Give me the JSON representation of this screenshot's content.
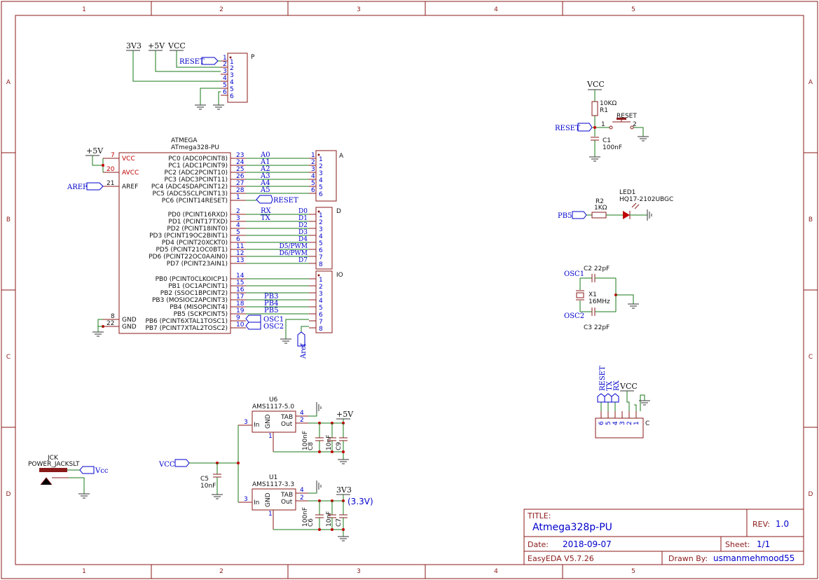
{
  "border": {
    "cols": [
      "1",
      "2",
      "3",
      "4",
      "5"
    ],
    "rows": [
      "A",
      "B",
      "C",
      "D"
    ]
  },
  "power_labels": {
    "v3v3": "3V3",
    "v5v": "+5V",
    "vcc": "VCC",
    "vcc2": "VCC",
    "vcc3": "VCC",
    "vcc4": "VCC",
    "p5v2": "+5V",
    "p5v3": "+5V",
    "p3v3b": "3V3",
    "v33note": "(3.3V)"
  },
  "header_p": {
    "name": "P",
    "pins": [
      "1",
      "2",
      "3",
      "4",
      "5",
      "6"
    ],
    "net_reset": "RESET"
  },
  "atmega": {
    "title": "ATMEGA",
    "part": "ATmega328-PU",
    "left_pins": [
      {
        "num": "7",
        "name": "VCC"
      },
      {
        "num": "20",
        "name": "AVCC"
      },
      {
        "num": "21",
        "name": "AREF"
      },
      {
        "num": "8",
        "name": "GND"
      },
      {
        "num": "22",
        "name": "GND"
      }
    ],
    "right_pins": [
      {
        "num": "23",
        "name": "PC0 (ADC0PCINT8)",
        "net": "A0"
      },
      {
        "num": "24",
        "name": "PC1 (ADC1PCINT9)",
        "net": "A1"
      },
      {
        "num": "25",
        "name": "PC2 (ADC2PCINT10)",
        "net": "A2"
      },
      {
        "num": "26",
        "name": "PC3 (ADC3PCINT11)",
        "net": "A3"
      },
      {
        "num": "27",
        "name": "PC4 (ADC4SDAPCINT12)",
        "net": "A4"
      },
      {
        "num": "28",
        "name": "PC5 (ADC5SCLPCINT13)",
        "net": "A5"
      },
      {
        "num": "1",
        "name": "PC6 (PCINT14RESET)",
        "net": ""
      },
      {
        "num": "2",
        "name": "PD0 (PCINT16RXD)",
        "net": "RX"
      },
      {
        "num": "3",
        "name": "PD1 (PCINT17TXD)",
        "net": "TX"
      },
      {
        "num": "4",
        "name": "PD2 (PCINT18INT0)",
        "net": ""
      },
      {
        "num": "5",
        "name": "PD3 (PCINT19OC2BINT1)",
        "net": ""
      },
      {
        "num": "6",
        "name": "PD4 (PCINT20XCKT0)",
        "net": ""
      },
      {
        "num": "11",
        "name": "PD5 (PCINT21OC0BT1)",
        "net": ""
      },
      {
        "num": "12",
        "name": "PD6 (PCINT22OC0AAIN0)",
        "net": ""
      },
      {
        "num": "13",
        "name": "PD7 (PCINT23AIN1)",
        "net": ""
      },
      {
        "num": "14",
        "name": "PB0 (PCINT0CLKOICP1)",
        "net": ""
      },
      {
        "num": "15",
        "name": "PB1 (OC1APCINT1)",
        "net": ""
      },
      {
        "num": "16",
        "name": "PB2 (SSOC1BPCINT2)",
        "net": ""
      },
      {
        "num": "17",
        "name": "PB3 (MOSIOC2APCINT3)",
        "net": "PB3"
      },
      {
        "num": "18",
        "name": "PB4 (MISOPCINT4)",
        "net": "PB4"
      },
      {
        "num": "19",
        "name": "PB5 (SCKPCINT5)",
        "net": "PB5"
      },
      {
        "num": "9",
        "name": "PB6 (PCINT6XTAL1TOSC1)",
        "net": ""
      },
      {
        "num": "10",
        "name": "PB7 (PCINT7XTAL2TOSC2)",
        "net": ""
      }
    ],
    "net_reset": "RESET",
    "net_aref": "AREF",
    "net_osc1": "OSC1",
    "net_osc2": "OSC2"
  },
  "header_a": {
    "name": "A",
    "pins": [
      "1",
      "2",
      "3",
      "4",
      "5",
      "6"
    ]
  },
  "header_d": {
    "name": "D",
    "pins": [
      "1",
      "2",
      "3",
      "4",
      "5",
      "6",
      "7",
      "8"
    ],
    "labels": [
      "D0",
      "D1",
      "D2",
      "D3",
      "D4",
      "D5/PWM",
      "D6/PWM",
      "D7"
    ]
  },
  "header_io": {
    "name": "IO",
    "pins": [
      "1",
      "2",
      "3",
      "4",
      "5",
      "6",
      "7",
      "8"
    ],
    "aref": "Aref"
  },
  "reset_circuit": {
    "vcc": "VCC",
    "r1_val": "10KΩ",
    "r1_name": "R1",
    "sw_name": "RESET",
    "sw_pin1": "1",
    "sw_pin2": "2",
    "net": "RESET",
    "c1_name": "C1",
    "c1_val": "100nF"
  },
  "led_circuit": {
    "net": "PB5",
    "r2_name": "R2",
    "r2_val": "1KΩ",
    "led_name": "LED1",
    "led_part": "HQ17-2102UBGC"
  },
  "crystal": {
    "c2": "C2 22pF",
    "c3": "C3 22pF",
    "x1": "X1",
    "x1_val": "16MHz",
    "osc1": "OSC1",
    "osc2": "OSC2"
  },
  "header_c": {
    "name": "C",
    "pins": [
      "6",
      "5",
      "4",
      "3",
      "2",
      "1"
    ],
    "nets": [
      "RESET",
      "TX",
      "RX"
    ],
    "vcc": "VCC"
  },
  "u6": {
    "name": "U6",
    "part": "AMS1117-5.0",
    "in": "In",
    "gnd": "GND",
    "tab": "TAB",
    "out": "Out",
    "p3": "3",
    "p4": "4",
    "p2": "2",
    "p1": "1",
    "c8": "C8",
    "c8_val": "100nF",
    "c9": "C9",
    "c9_val": "10nF"
  },
  "u1": {
    "name": "U1",
    "part": "AMS1117-3.3",
    "in": "In",
    "gnd": "GND",
    "tab": "TAB",
    "out": "Out",
    "p3": "3",
    "p4": "4",
    "p2": "2",
    "p1": "1",
    "c6": "C6",
    "c6_val": "100nF",
    "c7": "C7",
    "c7_val": "10nF"
  },
  "c5": {
    "name": "C5",
    "val": "10nF"
  },
  "jack": {
    "name": "JCK",
    "part": "POWER_JACKSLT",
    "net": "Vcc"
  },
  "title_block": {
    "title_label": "TITLE:",
    "title": "Atmega328p-PU",
    "rev_label": "REV:",
    "rev": "1.0",
    "date_label": "Date:",
    "date": "2018-09-07",
    "sheet_label": "Sheet:",
    "sheet": "1/1",
    "tool": "EasyEDA V5.7.26",
    "drawn_label": "Drawn By:",
    "drawn_by": "usmanmehmood55"
  }
}
